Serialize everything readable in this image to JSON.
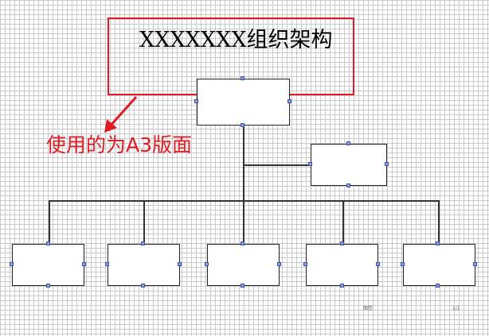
{
  "title": "XXXXXXX组织架构",
  "annotation": "使用的为A3版面",
  "colors": {
    "annotation": "#e01b24",
    "grid": "#c9c9c9",
    "lines": "#333333",
    "handles": "#3a4fb0"
  },
  "footer": {
    "left": "图签",
    "right": "1/1"
  }
}
